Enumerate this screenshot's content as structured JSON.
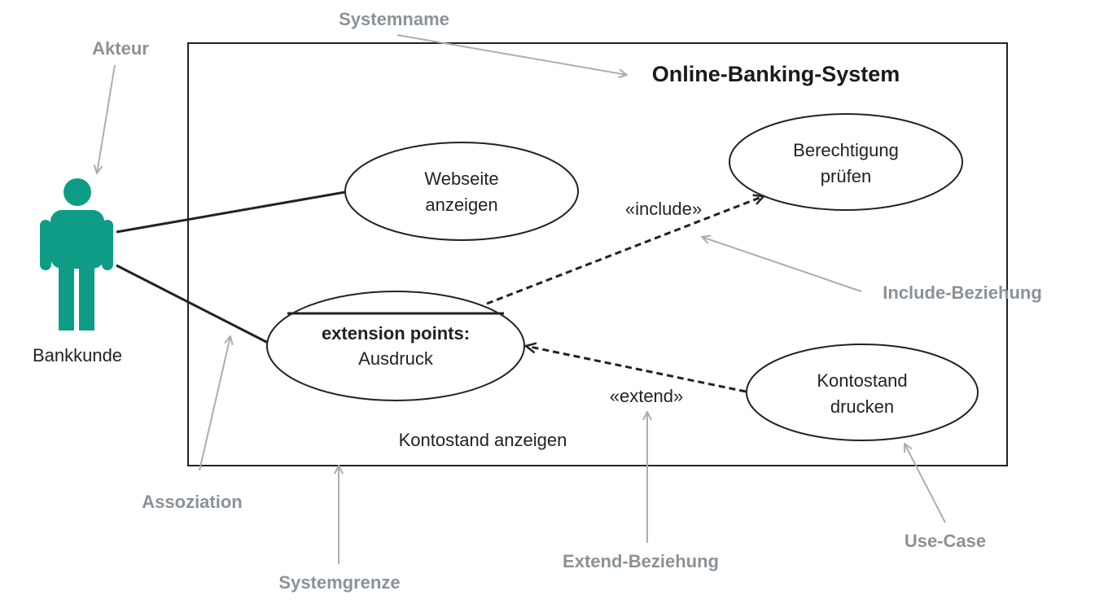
{
  "colors": {
    "actor": "#0f9c86",
    "annotation": "#8a9298",
    "annotation_arrow": "#a9aeb2",
    "line": "#222222"
  },
  "system": {
    "name": "Online-Banking-System"
  },
  "actor": {
    "label": "Bankkunde",
    "icon": "person-icon"
  },
  "use_cases": {
    "webseite": [
      "Webseite",
      "anzeigen"
    ],
    "berechtigung": [
      "Berechtigung",
      "prüfen"
    ],
    "kontostand_drucken": [
      "Kontostand",
      "drucken"
    ],
    "kontostand_anzeigen": {
      "ext_heading": "extension points:",
      "ext_point": "Ausdruck",
      "name": "Kontostand anzeigen"
    }
  },
  "relations": {
    "include": "«include»",
    "extend": "«extend»"
  },
  "annotations": {
    "akteur": "Akteur",
    "systemname": "Systemname",
    "include": "Include-Beziehung",
    "assoziation": "Assoziation",
    "systemgrenze": "Systemgrenze",
    "extend": "Extend-Beziehung",
    "usecase": "Use-Case"
  }
}
